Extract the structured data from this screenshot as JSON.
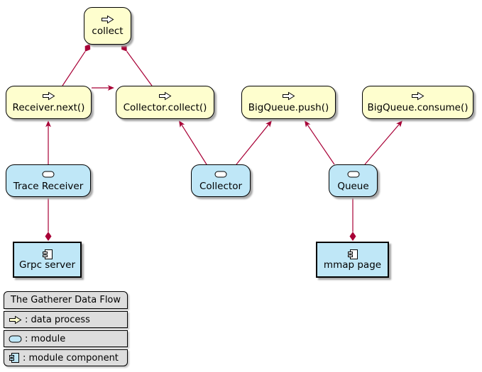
{
  "diagram": {
    "title": "The Gatherer Data Flow",
    "colors": {
      "background": "#FFFFFF",
      "node_border": "#000000",
      "data_process_fill": "#FEFECE",
      "module_fill": "#BFE7F7",
      "edge_line": "#A80036",
      "legend_background": "#DDDDDD"
    },
    "nodes": {
      "collect": {
        "label": "collect",
        "type": "data process"
      },
      "receiver_next": {
        "label": "Receiver.next()",
        "type": "data process"
      },
      "collector_collect": {
        "label": "Collector.collect()",
        "type": "data process"
      },
      "bigqueue_push": {
        "label": "BigQueue.push()",
        "type": "data process"
      },
      "bigqueue_consume": {
        "label": "BigQueue.consume()",
        "type": "data process"
      },
      "trace_receiver": {
        "label": "Trace Receiver",
        "type": "module"
      },
      "collector": {
        "label": "Collector",
        "type": "module"
      },
      "queue": {
        "label": "Queue",
        "type": "module"
      },
      "grpc_server": {
        "label": "Grpc server",
        "type": "module component"
      },
      "mmap_page": {
        "label": "mmap page",
        "type": "module component"
      }
    },
    "edges": [
      {
        "from": "Receiver.next()",
        "to": "collect",
        "end": "diamond"
      },
      {
        "from": "Collector.collect()",
        "to": "collect",
        "end": "diamond"
      },
      {
        "from": "Receiver.next()",
        "to": "Collector.collect()",
        "end": "arrow"
      },
      {
        "from": "Trace Receiver",
        "to": "Receiver.next()",
        "end": "arrow"
      },
      {
        "from": "Trace Receiver",
        "to": "Grpc server",
        "end": "diamond"
      },
      {
        "from": "Collector",
        "to": "Collector.collect()",
        "end": "arrow"
      },
      {
        "from": "Collector",
        "to": "BigQueue.push()",
        "end": "arrow"
      },
      {
        "from": "Queue",
        "to": "BigQueue.push()",
        "end": "arrow"
      },
      {
        "from": "Queue",
        "to": "BigQueue.consume()",
        "end": "arrow"
      },
      {
        "from": "Queue",
        "to": "mmap page",
        "end": "diamond"
      }
    ],
    "legend": {
      "title": "The Gatherer Data Flow",
      "items": [
        {
          "icon": "data-process-icon",
          "label": ": data process"
        },
        {
          "icon": "module-icon",
          "label": ": module"
        },
        {
          "icon": "module-component-icon",
          "label": ": module component"
        }
      ]
    }
  }
}
